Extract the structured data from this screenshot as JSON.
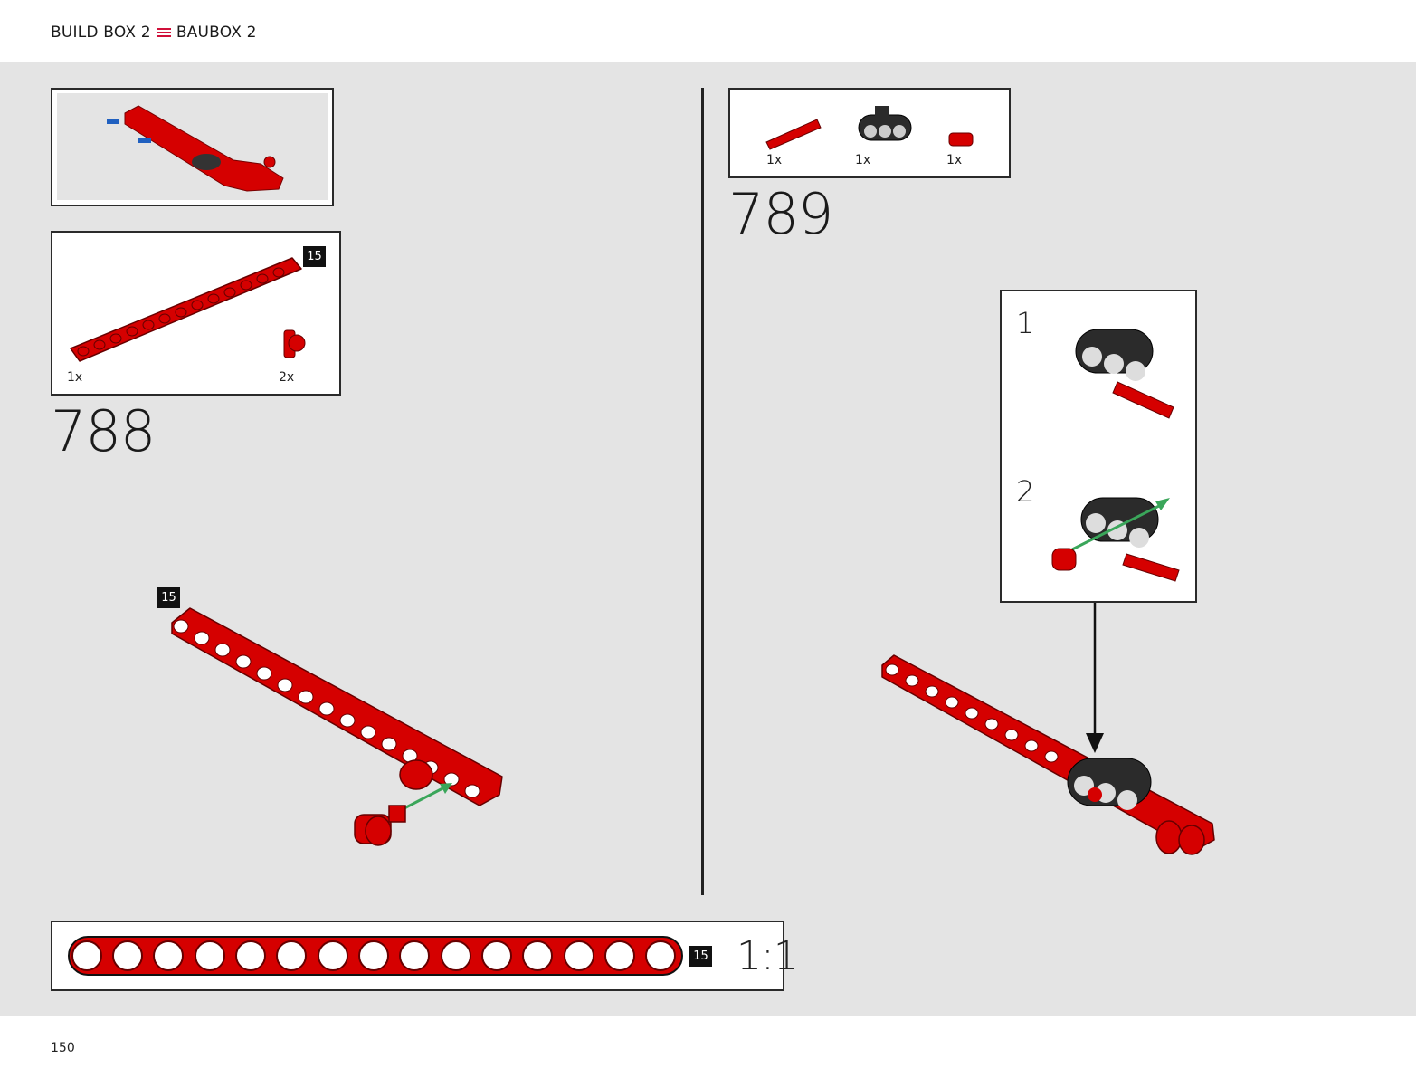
{
  "header": {
    "title_en": "BUILD BOX 2",
    "title_de": "BAUBOX 2"
  },
  "steps": {
    "left": {
      "number": "788",
      "parts": [
        {
          "qty": "1x"
        },
        {
          "qty": "2x"
        }
      ],
      "beam_length": "15",
      "assembly_badge": "15"
    },
    "right": {
      "number": "789",
      "parts": [
        {
          "qty": "1x"
        },
        {
          "qty": "1x"
        },
        {
          "qty": "1x"
        }
      ],
      "substeps": [
        "1",
        "2"
      ]
    }
  },
  "scale_bar": {
    "badge": "15",
    "ratio": "1:1"
  },
  "footer": {
    "page_number": "150"
  },
  "colors": {
    "beam_red": "#d50000",
    "dark_grey": "#2b2b2b",
    "arrow_green": "#3aa65a",
    "menu_red": "#d0103a"
  }
}
